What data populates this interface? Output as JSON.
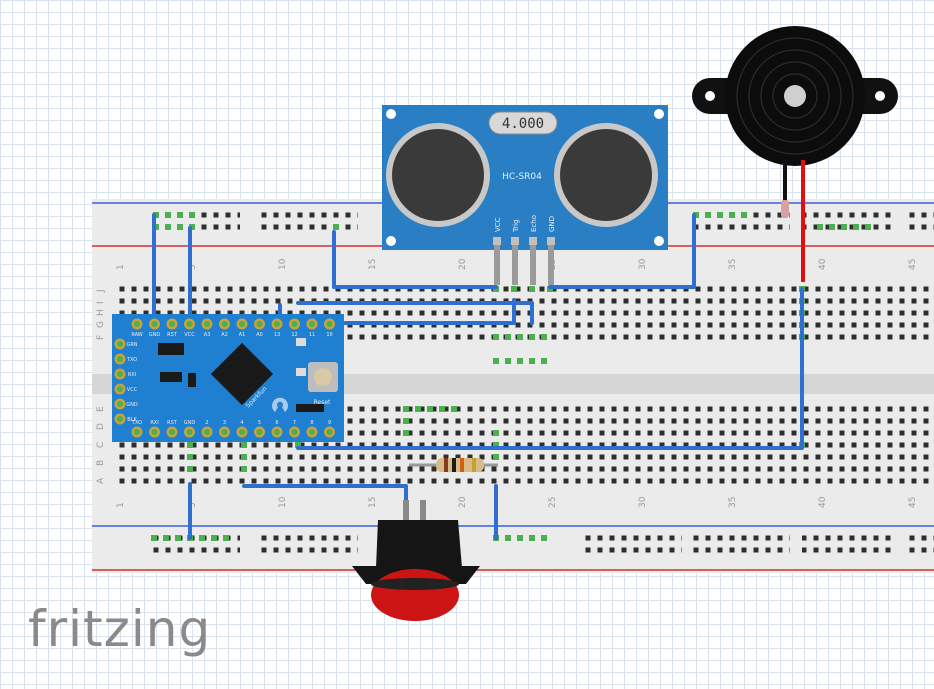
{
  "brand": {
    "logo_text": "fritzing"
  },
  "breadboard": {
    "column_labels": [
      "1",
      "5",
      "10",
      "15",
      "20",
      "25",
      "30",
      "35",
      "40",
      "45"
    ],
    "row_labels_top": [
      "J",
      "I",
      "H",
      "G",
      "F"
    ],
    "row_labels_bottom": [
      "E",
      "D",
      "C",
      "B",
      "A"
    ]
  },
  "sensor": {
    "model": "HC-SR04",
    "crystal": "4.000",
    "pins": [
      "VCC",
      "Trig",
      "Echo",
      "GND"
    ]
  },
  "arduino": {
    "top_pins": [
      "RAW",
      "GND",
      "RST",
      "VCC",
      "A3",
      "A2",
      "A1",
      "A0",
      "13",
      "12",
      "11",
      "10"
    ],
    "bottom_pins": [
      "TXO",
      "RXI",
      "RST",
      "GND",
      "2",
      "3",
      "4",
      "5",
      "6",
      "7",
      "8",
      "9"
    ],
    "side_pins": [
      "GRN",
      "TXO",
      "RXI",
      "VCC",
      "GND",
      "BLK"
    ],
    "label": "Sparkfun",
    "reset_label": "Reset"
  },
  "colors": {
    "wire": "#2f6fd0",
    "wire_red": "#e01010",
    "pin_green": "#4caf50",
    "board_blue": "#2a7fc4",
    "rail_blue": "#3b5fd8",
    "rail_red": "#d03030"
  }
}
